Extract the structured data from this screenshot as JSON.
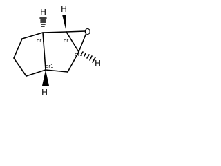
{
  "molecule": {
    "atoms": {
      "oxygen": "O",
      "h_top_left": "H",
      "h_top_right": "H",
      "h_right": "H",
      "h_bottom": "H"
    },
    "stereo_labels": {
      "c1": "or1",
      "c2": "or1",
      "c3": "or1",
      "c4": "or1"
    }
  }
}
